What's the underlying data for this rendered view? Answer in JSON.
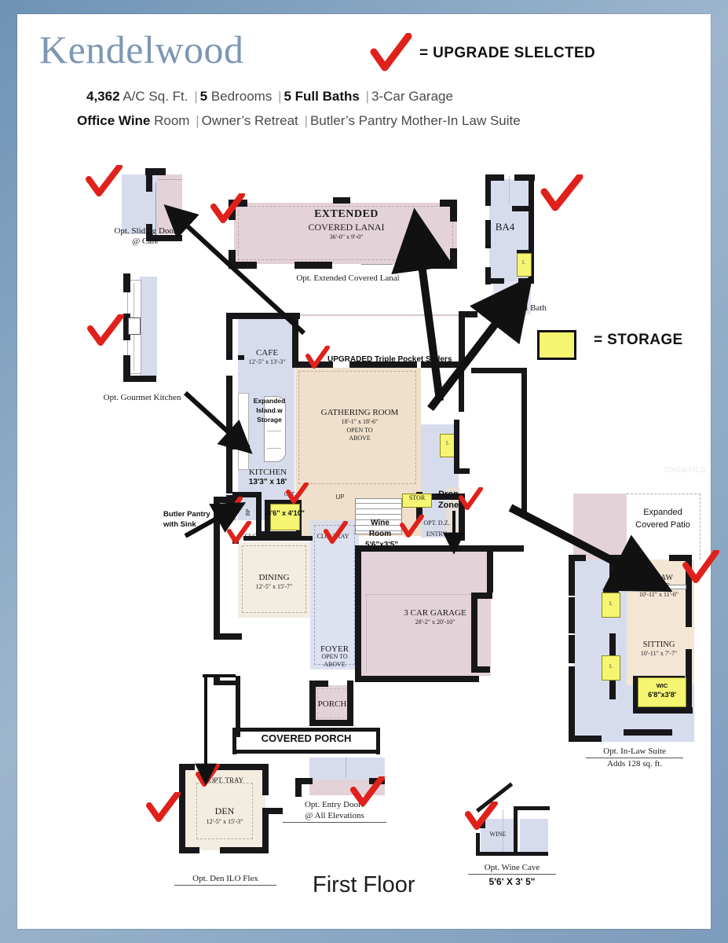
{
  "document": {
    "brand": "Kendelwood",
    "floor_label": "First Floor",
    "watermark": "StellarMLS"
  },
  "specs": {
    "line1": [
      {
        "text": "4,362",
        "style": "strong"
      },
      {
        "text": "A/C Sq. Ft.",
        "style": "norm"
      },
      {
        "text": "|",
        "style": "div"
      },
      {
        "text": "5",
        "style": "strong"
      },
      {
        "text": "Bedrooms",
        "style": "norm"
      },
      {
        "text": "|",
        "style": "div"
      },
      {
        "text": "5 Full Baths",
        "style": "strong"
      },
      {
        "text": "|",
        "style": "div"
      },
      {
        "text": "3-Car Garage",
        "style": "norm"
      }
    ],
    "line2": [
      {
        "text": "Office",
        "style": "strong"
      },
      {
        "text": "Wine",
        "style": "strong"
      },
      {
        "text": "Room",
        "style": "norm"
      },
      {
        "text": "|",
        "style": "div"
      },
      {
        "text": "Owner’s Retreat",
        "style": "norm"
      },
      {
        "text": "|",
        "style": "div"
      },
      {
        "text": "Butler’s Pantry",
        "style": "norm"
      },
      {
        "text": "Mother-In Law Suite",
        "style": "norm"
      }
    ]
  },
  "legend": {
    "upgrade": "= UPGRADE SLELCTED",
    "storage": "= STORAGE",
    "check_color": "#e0211b",
    "storage_color": "#f5f571"
  },
  "options": {
    "sliding_door": {
      "caption_l1": "Opt. Sliding Door",
      "caption_l2": "@ Cafe"
    },
    "gourmet_kitchen": {
      "caption": "Opt. Gourmet Kitchen"
    },
    "extended_lanai": {
      "title": "EXTENDED",
      "subtitle": "COVERED LANAI",
      "dims": "36'-0\" x 9'-0\"",
      "caption": "Opt. Extended Covered Lanai"
    },
    "pool_bath": {
      "room": "BA4",
      "caption": "Opt. Pool Bath"
    },
    "in_law_suite": {
      "caption_l1": "Opt. In-Law Suite",
      "caption_l2": "Adds 128 sq. ft.",
      "patio_l1": "Expanded",
      "patio_l2": "Covered Patio"
    },
    "den": {
      "caption": "Opt. Den ILO Flex",
      "tray": "OPT. TRAY"
    },
    "entry_doors": {
      "caption_l1": "Opt. Entry Doors",
      "caption_l2": "@ All Elevations"
    },
    "wine_cave": {
      "label": "WINE",
      "caption": "Opt. Wine Cave",
      "dims": "5'6' X 3' 5\""
    }
  },
  "rooms": {
    "cafe": {
      "name": "CAFE",
      "dims": "12'-5\" x 13'-3\""
    },
    "gathering": {
      "name": "GATHERING ROOM",
      "dims": "18'-1\" x 18'-6\"",
      "note1": "OPEN TO",
      "note2": "ABOVE"
    },
    "kitchen": {
      "name": "KITCHEN",
      "dims": "13'3\" x 18'"
    },
    "pantry_store": {
      "dims": "6'6\" x 4'10\""
    },
    "dining": {
      "name": "DINING",
      "dims": "12'-5\" x 15'-7\""
    },
    "garage": {
      "name": "3 CAR GARAGE",
      "dims": "28'-2\" x 20'-10\""
    },
    "foyer": {
      "name": "FOYER",
      "note1": "OPEN TO",
      "note2": "ABOVE"
    },
    "porch": {
      "name": "PORCH"
    },
    "covered_porch": {
      "name": "COVERED PORCH"
    },
    "den": {
      "name": "DEN",
      "dims": "12'-5\" x 15'-3\""
    },
    "wine_room": {
      "name_l1": "Wine",
      "name_l2": "Room",
      "dims": "5'6\"x3'5\""
    },
    "drop_zone": {
      "name_l1": "Drop",
      "name_l2": "Zone"
    },
    "in_law": {
      "name_l1": "IN-LAW",
      "name_l2": "SUITE",
      "dims": "10'-11\" x 11'-0\""
    },
    "sitting": {
      "name": "SITTING",
      "dims": "10'-11\" x 7'-7\""
    },
    "wic": {
      "name": "WIC",
      "dims": "6'8\"x3'8'"
    }
  },
  "annotations": {
    "triple_sliders": "UPGRADED Triple Pocket Sliders",
    "expanded_island": [
      "Expanded",
      "Island w",
      "Storage"
    ],
    "butler_pantry": [
      "Butler Pantry",
      "with Sink"
    ],
    "clg_tray_left": "CLG. TRAY",
    "clg_tray_right": "CLG. TRAY",
    "stor": "STOR",
    "up": "UP",
    "opt_dz": "OPT. D.Z.",
    "entry": "ENTRY",
    "opt_small": "OPT.",
    "bp": "BP",
    "opt_vert": "OPT.",
    "closet_l": "L"
  }
}
